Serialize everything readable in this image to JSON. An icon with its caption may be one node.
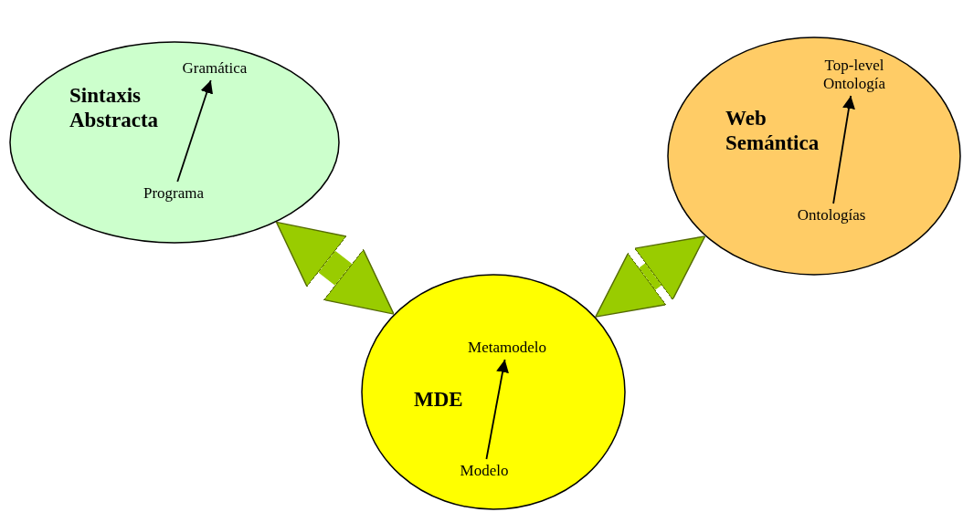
{
  "diagram": {
    "nodes": [
      {
        "text": [
          "Sintaxis Abstracta"
        ]
      },
      {
        "text": [
          "Gramática"
        ],
        "in": 0
      },
      {
        "text": [
          "Programa"
        ],
        "in": 0
      },
      {
        "text": [
          "Web Semántica"
        ]
      },
      {
        "text": [
          "Top-level Ontología"
        ],
        "in": 3
      },
      {
        "text": [
          "Ontologías"
        ],
        "in": 3
      },
      {
        "text": [
          "MDE"
        ]
      },
      {
        "text": [
          "Metamodelo"
        ],
        "in": 6
      },
      {
        "text": [
          "Modelo"
        ],
        "in": 6
      }
    ],
    "edges": [
      {
        "from": 2,
        "to": 1,
        "arrow": "to"
      },
      {
        "from": 5,
        "to": 4,
        "arrow": "to"
      },
      {
        "from": 8,
        "to": 7,
        "arrow": "to"
      },
      {
        "from": 0,
        "to": 6,
        "arrow": "both",
        "style": "thick",
        "color": "#99cc00"
      },
      {
        "from": 6,
        "to": 3,
        "arrow": "both",
        "style": "thick",
        "color": "#99cc00"
      }
    ]
  }
}
